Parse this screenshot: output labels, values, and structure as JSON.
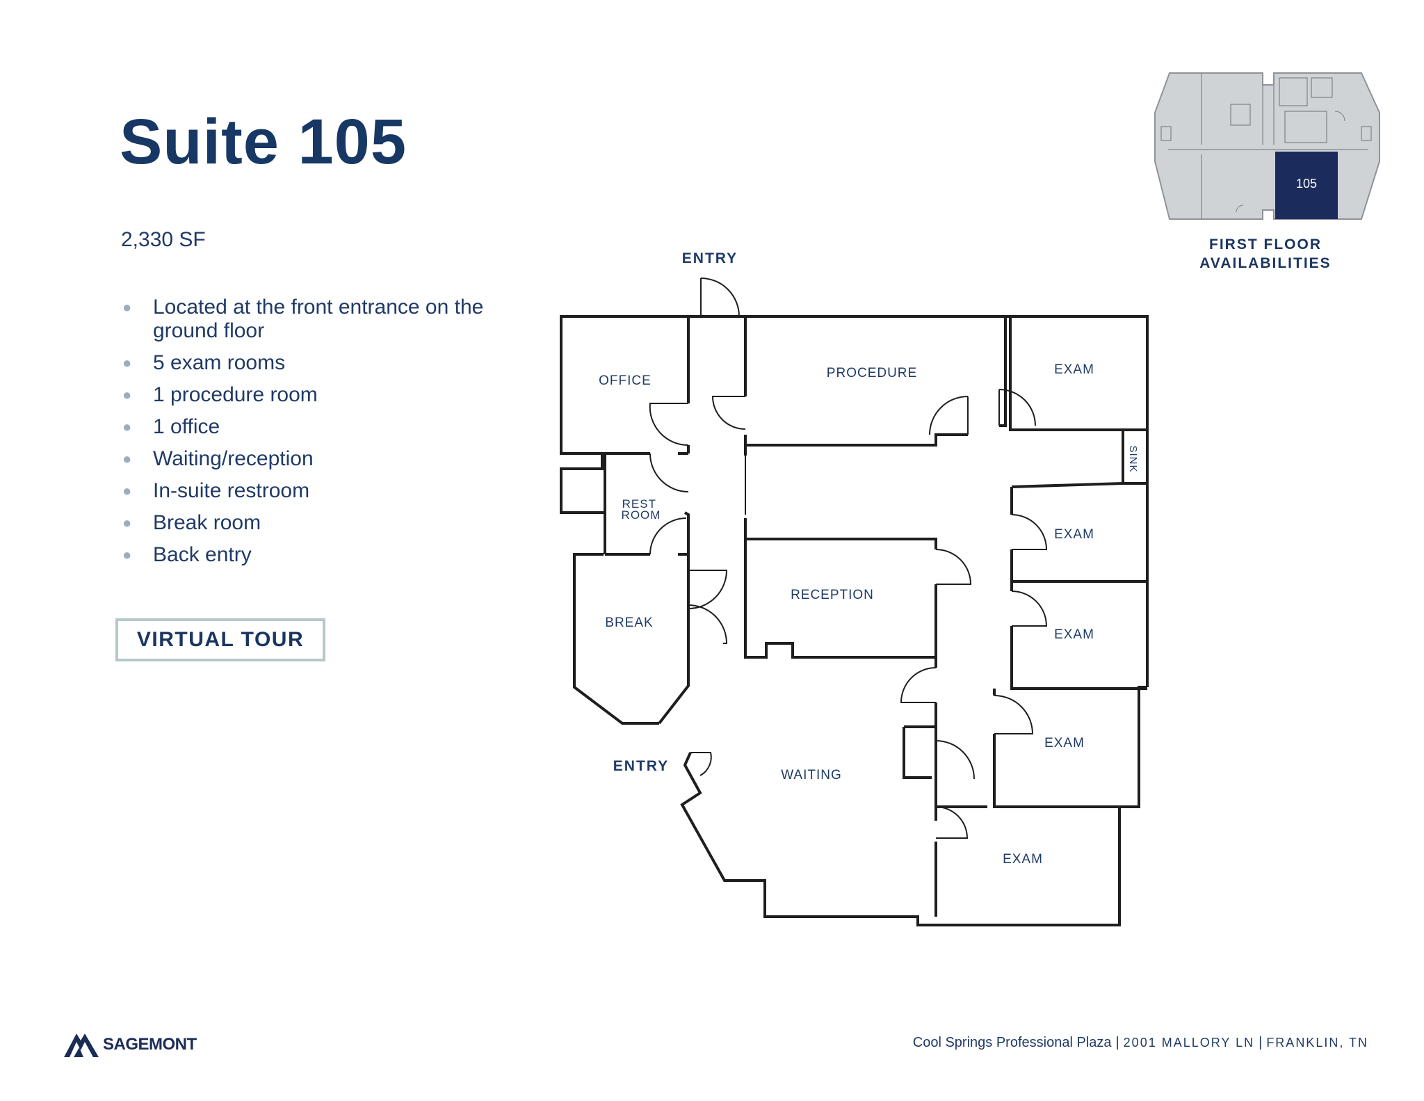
{
  "header": {
    "title": "Suite 105",
    "area": "2,330 SF"
  },
  "features": [
    "Located at the front entrance on the ground floor",
    "5 exam rooms",
    "1 procedure room",
    "1 office",
    "Waiting/reception",
    "In-suite restroom",
    "Break room",
    "Back entry"
  ],
  "virtual_tour_label": "VIRTUAL TOUR",
  "keyplan": {
    "highlight_label": "105",
    "caption_line1": "FIRST FLOOR",
    "caption_line2": "AVAILABILITIES",
    "highlight_color": "#1b2b5c",
    "fill_color": "#cfd3d6"
  },
  "floorplan": {
    "entry_top": "ENTRY",
    "entry_bottom": "ENTRY",
    "rooms": {
      "office": "OFFICE",
      "procedure": "PROCEDURE",
      "exam1": "EXAM",
      "sink": "SINK",
      "rest_line1": "REST",
      "rest_line2": "ROOM",
      "exam2": "EXAM",
      "reception": "RECEPTION",
      "break": "BREAK",
      "exam3": "EXAM",
      "exam4": "EXAM",
      "waiting": "WAITING",
      "exam5": "EXAM"
    }
  },
  "brand": {
    "logo_text": "SAGEMONT"
  },
  "footer": {
    "property": "Cool Springs Professional Plaza",
    "address": "2001 MALLORY LN",
    "city": "FRANKLIN, TN"
  },
  "colors": {
    "navy": "#173764",
    "wall": "#1e1e1e",
    "button_border": "#b5c8c7"
  }
}
